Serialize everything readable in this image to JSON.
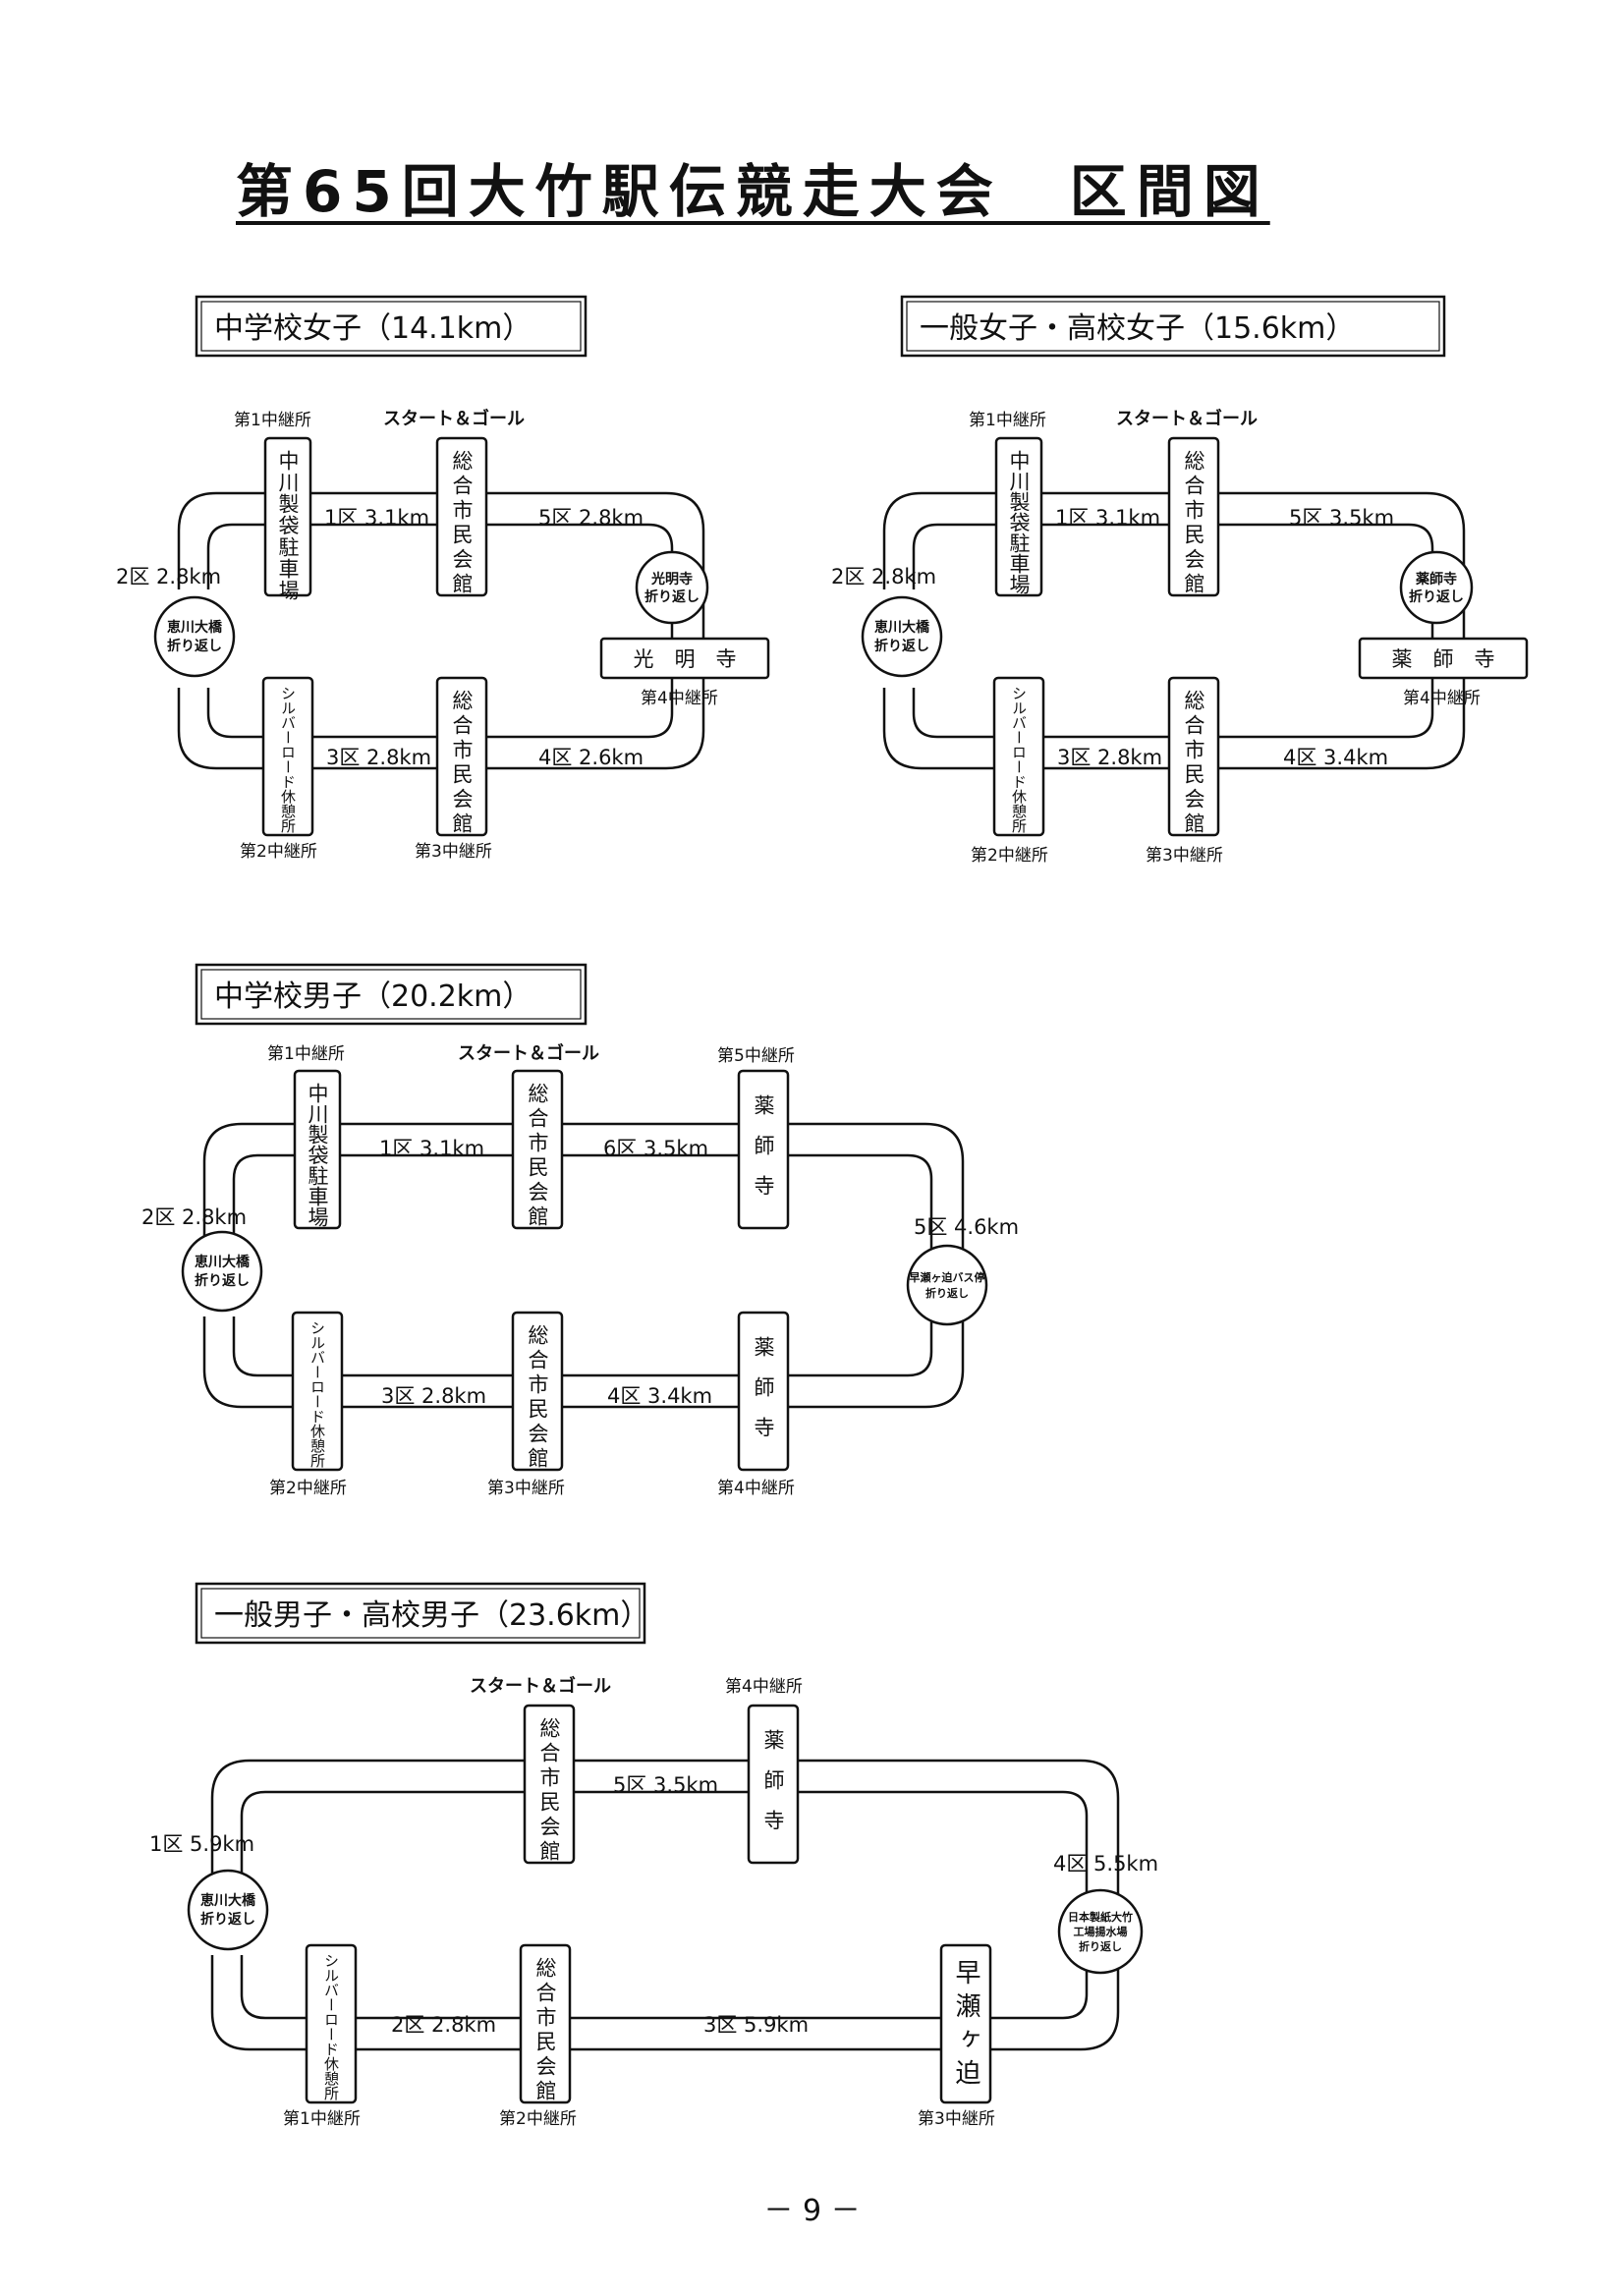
{
  "title": "第65回大竹駅伝競走大会　区間図",
  "page_number": "－ 9 －",
  "course1": {
    "heading": "中学校女子（14.1km）",
    "start_goal": "スタート＆ゴール",
    "relay_labels": [
      "第1中継所",
      "第2中継所",
      "第3中継所",
      "第4中継所"
    ],
    "box_nakagawa": "中川製袋駐車場",
    "box_sogo_top": "総合市民会館",
    "box_silver": "シルバーロード休憩所",
    "box_sogo_bottom": "総合市民会館",
    "box_temple": "光　明　寺",
    "circle_left": [
      "恵川大橋",
      "折り返し"
    ],
    "circle_right": [
      "光明寺",
      "折り返し"
    ],
    "legs": [
      "1区 3.1km",
      "2区 2.8km",
      "3区 2.8km",
      "4区 2.6km",
      "5区 2.8km"
    ]
  },
  "course2": {
    "heading": "一般女子・高校女子（15.6km）",
    "start_goal": "スタート＆ゴール",
    "relay_labels": [
      "第1中継所",
      "第2中継所",
      "第3中継所",
      "第4中継所"
    ],
    "box_nakagawa": "中川製袋駐車場",
    "box_sogo_top": "総合市民会館",
    "box_silver": "シルバーロード休憩所",
    "box_sogo_bottom": "総合市民会館",
    "box_temple": "薬　師　寺",
    "circle_left": [
      "恵川大橋",
      "折り返し"
    ],
    "circle_right": [
      "薬師寺",
      "折り返し"
    ],
    "legs": [
      "1区 3.1km",
      "2区 2.8km",
      "3区 2.8km",
      "4区 3.4km",
      "5区 3.5km"
    ]
  },
  "course3": {
    "heading": "中学校男子（20.2km）",
    "start_goal": "スタート＆ゴール",
    "relay_labels": [
      "第1中継所",
      "第2中継所",
      "第3中継所",
      "第4中継所",
      "第5中継所"
    ],
    "box_nakagawa": "中川製袋駐車場",
    "box_sogo_top": "総合市民会館",
    "box_yakushi_top": "薬師寺",
    "box_silver": "シルバーロード休憩所",
    "box_sogo_bottom": "総合市民会館",
    "box_yakushi_bottom": "薬師寺",
    "circle_left": [
      "恵川大橋",
      "折り返し"
    ],
    "circle_right": [
      "早瀬ヶ迫バス停",
      "折り返し"
    ],
    "legs": [
      "1区 3.1km",
      "2区 2.8km",
      "3区 2.8km",
      "4区 3.4km",
      "5区 4.6km",
      "6区 3.5km"
    ]
  },
  "course4": {
    "heading": "一般男子・高校男子（23.6km）",
    "start_goal": "スタート＆ゴール",
    "relay_labels": [
      "第1中継所",
      "第2中継所",
      "第3中継所",
      "第4中継所"
    ],
    "box_sogo_top": "総合市民会館",
    "box_yakushi": "薬師寺",
    "box_silver": "シルバーロード休憩所",
    "box_sogo_bottom": "総合市民会館",
    "box_hayase": "早瀬ヶ迫",
    "circle_left": [
      "恵川大橋",
      "折り返し"
    ],
    "circle_right": [
      "日本製紙大竹",
      "工場揚水場",
      "折り返し"
    ],
    "legs": [
      "1区 5.9km",
      "2区 2.8km",
      "3区 5.9km",
      "4区 5.5km",
      "5区 3.5km"
    ]
  }
}
